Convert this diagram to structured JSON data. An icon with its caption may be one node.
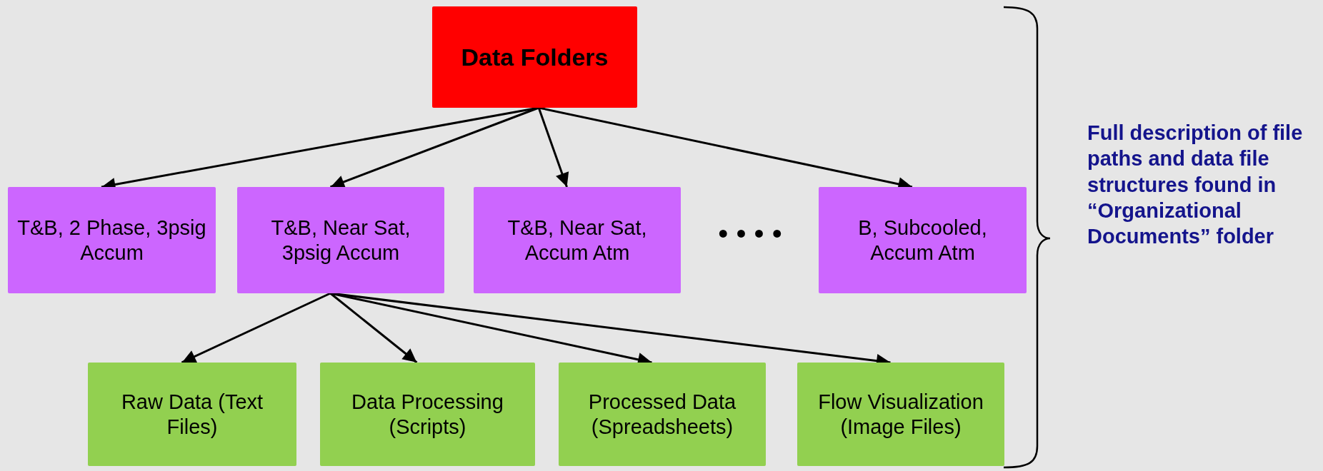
{
  "diagram": {
    "nodes": [
      {
        "text": [
          "Data Folders"
        ]
      },
      {
        "text": [
          "T&B, 2 Phase, 3psig Accum"
        ]
      },
      {
        "text": [
          "T&B, Near Sat, 3psig Accum"
        ]
      },
      {
        "text": [
          "T&B, Near Sat, Accum Atm"
        ]
      },
      {
        "text": [
          "B, Subcooled, Accum Atm"
        ]
      },
      {
        "text": [
          "Raw Data (Text Files)"
        ]
      },
      {
        "text": [
          "Data Processing (Scripts)"
        ]
      },
      {
        "text": [
          "Processed Data (Spreadsheets)"
        ]
      },
      {
        "text": [
          "Flow Visualization (Image Files)"
        ]
      }
    ],
    "edges": [
      {
        "from": 0,
        "to": 1,
        "arrow": "to"
      },
      {
        "from": 0,
        "to": 2,
        "arrow": "to"
      },
      {
        "from": 0,
        "to": 3,
        "arrow": "to"
      },
      {
        "from": 0,
        "to": 4,
        "arrow": "to"
      },
      {
        "from": 2,
        "to": 5,
        "arrow": "to"
      },
      {
        "from": 2,
        "to": 6,
        "arrow": "to"
      },
      {
        "from": 2,
        "to": 7,
        "arrow": "to"
      },
      {
        "from": 2,
        "to": 8,
        "arrow": "to"
      }
    ],
    "labels": [
      "• • • •",
      "Full description of file paths and data file structures found in “Organizational Documents” folder"
    ]
  }
}
